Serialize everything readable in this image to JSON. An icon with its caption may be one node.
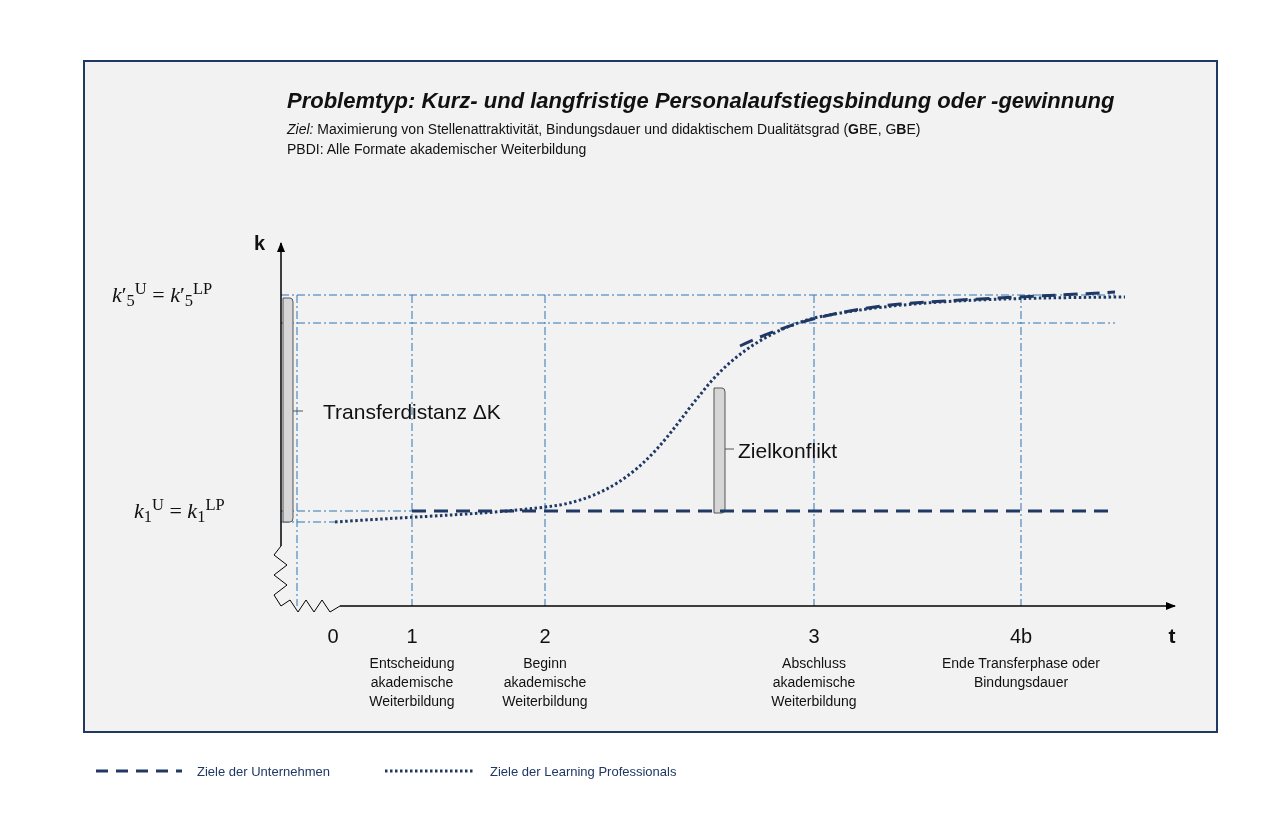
{
  "diagram": {
    "title": "Problemtyp: Kurz- und langfristige Personalaufstiegsbindung oder -gewinnung",
    "labels": [
      "*Ziel:* Maximierung von Stellenattraktivität,  Bindungsdauer und didaktischem Dualitätsgrad (**G**BE, G**B**E)",
      "PBDI: Alle Formate akademischer Weiterbildung",
      "k",
      "*k*′$_{5}$$^{U}$ = *k*′$_{5}$$^{LP}$",
      "Transferdistanz ΔK",
      "Zielkonflikt",
      "*k*$_{1}$$^{U}$ = *k*$_{1}$$^{LP}$",
      "0",
      "1",
      "2",
      "3",
      "4b",
      "t",
      "Entscheidung akademische Weiterbildung",
      "Beginn akademische Weiterbildung",
      "Abschluss akademische Weiterbildung",
      "Ende Transferphase oder Bindungsdauer"
    ],
    "legend": [
      {
        "text": "Ziele der Unternehmen"
      },
      {
        "text": "Ziele der Learning Professionals"
      }
    ]
  }
}
